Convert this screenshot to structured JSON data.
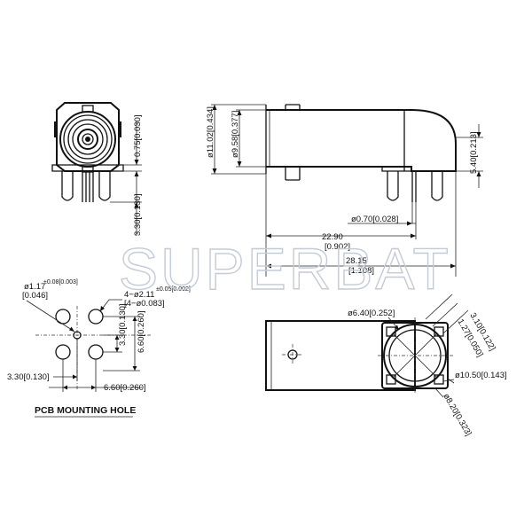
{
  "watermark": "SUPERBAT",
  "front_view": {
    "dim_height": "0.75[0.030]",
    "dim_pin": "3.30[0.130]"
  },
  "side_view": {
    "dim_dia_outer": "ø11.02[0.434]",
    "dim_dia_inner": "ø9.58[0.377]",
    "dim_offset": "5.40[0.213]",
    "dim_pin_dia": "ø0.70[0.028]",
    "dim_len_a_mm": "22.90",
    "dim_len_a_in": "[0.902]",
    "dim_len_b_mm": "28.15",
    "dim_len_b_in": "[1.108]"
  },
  "pcb_hole": {
    "title": "PCB MOUNTING HOLE",
    "tol_small": "±0.08[0.003]",
    "dim_small_mm": "ø1.17",
    "dim_small_in": "[0.046]",
    "tol_large": "±0.05[0.002]",
    "dim_large_a": "4−ø2.11",
    "dim_large_b": "[4−ø0.083]",
    "dim_v1": "3.30[0.130]",
    "dim_v2": "6.60[0.260]",
    "dim_h1": "3.30[0.130]",
    "dim_h2": "6.60[0.260]"
  },
  "bottom_view": {
    "dim_dia_a": "ø6.40[0.252]",
    "dim_a": "3.10[0.122]",
    "dim_b": "1.27[0.050]",
    "dim_c": "ø10.50[0.143]",
    "dim_d": "ø8.20[0.323]"
  }
}
